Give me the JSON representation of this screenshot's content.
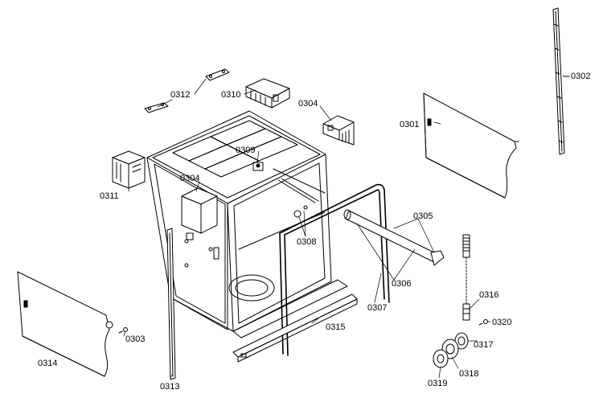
{
  "callouts": {
    "p0301": "0301",
    "p0302": "0302",
    "p0303": "0303",
    "p0304a": "0304",
    "p0304b": "0304",
    "p0305": "0305",
    "p0306": "0306",
    "p0307": "0307",
    "p0308": "0308",
    "p0309": "0309",
    "p0310": "0310",
    "p0311": "0311",
    "p0312": "0312",
    "p0313": "0313",
    "p0314": "0314",
    "p0315": "0315",
    "p0316": "0316",
    "p0317": "0317",
    "p0318": "0318",
    "p0319": "0319",
    "p0320": "0320"
  }
}
